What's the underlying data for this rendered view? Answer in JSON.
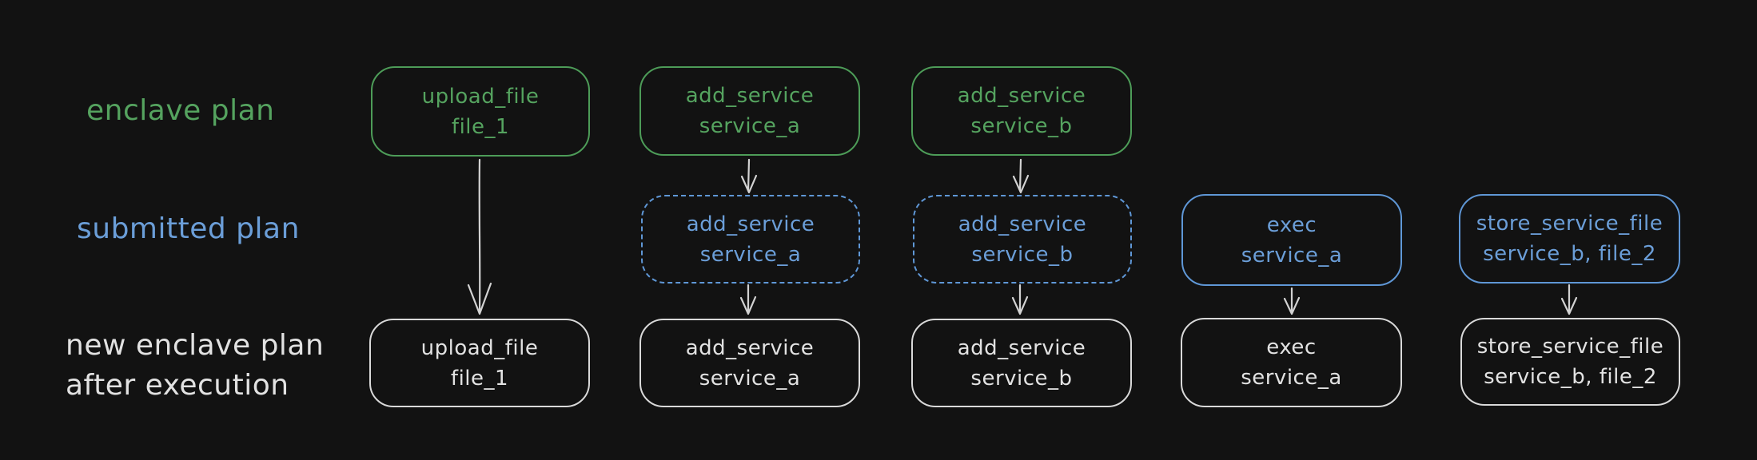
{
  "diagram": {
    "type": "flow-diagram",
    "background": "#121212",
    "colors": {
      "green": "#55a35f",
      "blue": "#6b9ed8",
      "white": "#e2e2e2",
      "arrow": "#d2d2d2"
    },
    "rows": [
      {
        "id": "enclave-plan",
        "label": "enclave plan",
        "color": "#55a35f"
      },
      {
        "id": "submitted-plan",
        "label": "submitted plan",
        "color": "#6b9ed8"
      },
      {
        "id": "new-enclave-plan",
        "label_line1": "new enclave plan",
        "label_line2": "after execution",
        "color": "#e2e2e2"
      }
    ],
    "nodes": [
      {
        "id": "enclave-upload-file",
        "row": "enclave-plan",
        "line1": "upload_file",
        "line2": "file_1",
        "style": "green-solid"
      },
      {
        "id": "enclave-add-service-a",
        "row": "enclave-plan",
        "line1": "add_service",
        "line2": "service_a",
        "style": "green-solid"
      },
      {
        "id": "enclave-add-service-b",
        "row": "enclave-plan",
        "line1": "add_service",
        "line2": "service_b",
        "style": "green-solid"
      },
      {
        "id": "submitted-add-service-a",
        "row": "submitted-plan",
        "line1": "add_service",
        "line2": "service_a",
        "style": "blue-dashed"
      },
      {
        "id": "submitted-add-service-b",
        "row": "submitted-plan",
        "line1": "add_service",
        "line2": "service_b",
        "style": "blue-dashed"
      },
      {
        "id": "submitted-exec",
        "row": "submitted-plan",
        "line1": "exec",
        "line2": "service_a",
        "style": "blue-solid"
      },
      {
        "id": "submitted-store-service-file",
        "row": "submitted-plan",
        "line1": "store_service_file",
        "line2": "service_b, file_2",
        "style": "blue-solid"
      },
      {
        "id": "new-upload-file",
        "row": "new-enclave-plan",
        "line1": "upload_file",
        "line2": "file_1",
        "style": "white-solid"
      },
      {
        "id": "new-add-service-a",
        "row": "new-enclave-plan",
        "line1": "add_service",
        "line2": "service_a",
        "style": "white-solid"
      },
      {
        "id": "new-add-service-b",
        "row": "new-enclave-plan",
        "line1": "add_service",
        "line2": "service_b",
        "style": "white-solid"
      },
      {
        "id": "new-exec",
        "row": "new-enclave-plan",
        "line1": "exec",
        "line2": "service_a",
        "style": "white-solid"
      },
      {
        "id": "new-store-service-file",
        "row": "new-enclave-plan",
        "line1": "store_service_file",
        "line2": "service_b, file_2",
        "style": "white-solid"
      }
    ],
    "edges": [
      {
        "from": "enclave-upload-file",
        "to": "new-upload-file"
      },
      {
        "from": "enclave-add-service-a",
        "to": "submitted-add-service-a"
      },
      {
        "from": "submitted-add-service-a",
        "to": "new-add-service-a"
      },
      {
        "from": "enclave-add-service-b",
        "to": "submitted-add-service-b"
      },
      {
        "from": "submitted-add-service-b",
        "to": "new-add-service-b"
      },
      {
        "from": "submitted-exec",
        "to": "new-exec"
      },
      {
        "from": "submitted-store-service-file",
        "to": "new-store-service-file"
      }
    ]
  }
}
